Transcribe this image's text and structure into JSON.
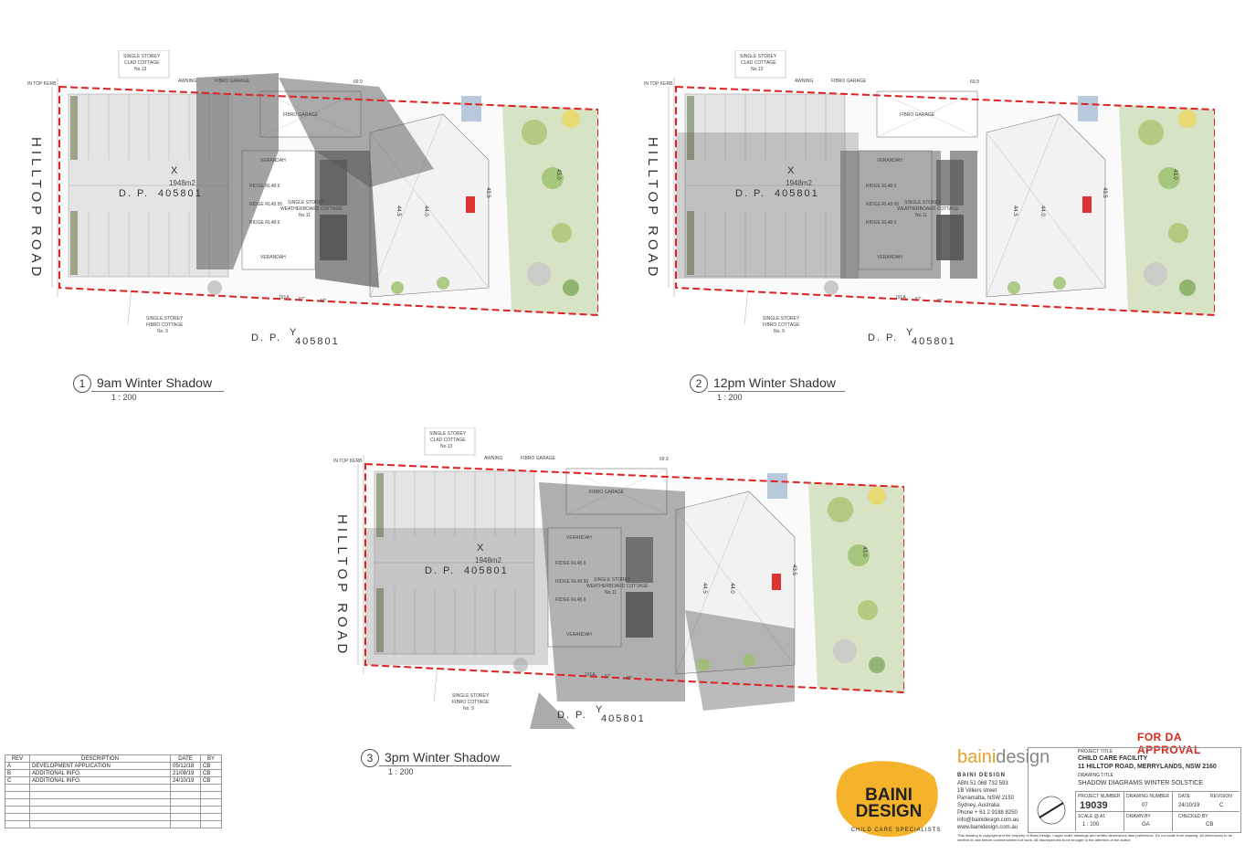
{
  "approval_label": "FOR DA APPROVAL",
  "road_label": "HILLTOP ROAD",
  "lot": {
    "dp_label": "D. P.",
    "dp_number": "405801",
    "area": "1948m2",
    "lot_x": "X",
    "lot_y": "Y"
  },
  "plan_labels": {
    "single_storey_top_line1": "SINGLE STOREY",
    "single_storey_top_line2": "CLAD COTTAGE",
    "single_storey_top_line3": "No.13",
    "awning": "AWNING",
    "fibro_garage": "FIBRO GARAGE",
    "verandah": "VERANDAH",
    "ridge_1": "RIDGE RL48.6",
    "ridge_2": "RIDGE RL49.95",
    "ridge_3": "RIDGE RL48.6",
    "weatherboard_line1": "SINGLE STOREY",
    "weatherboard_line2": "WEATHERBOARD COTTAGE",
    "weatherboard_line3": "No.11",
    "single_storey_bottom_line1": "SINGLE STOREY",
    "single_storey_bottom_line2": "FIBRO COTTAGE",
    "single_storey_bottom_line3": "No. 9",
    "in_top_kerb": "IN TOP KERB",
    "level_445": "44.5",
    "level_440": "44.0",
    "level_435": "43.5",
    "level_430": "43.0",
    "dim_191": "191A",
    "dim_40": "40\"",
    "dim_57": "57'",
    "dim_699": "69.9"
  },
  "views": [
    {
      "number": "1",
      "title": "9am Winter Shadow",
      "scale": "1 : 200"
    },
    {
      "number": "2",
      "title": "12pm Winter Shadow",
      "scale": "1 : 200"
    },
    {
      "number": "3",
      "title": "3pm Winter Shadow",
      "scale": "1 : 200"
    }
  ],
  "revisions": {
    "headers": [
      "REV",
      "DESCRIPTION",
      "DATE",
      "BY"
    ],
    "rows": [
      [
        "A",
        "DEVELOPMENT APPLICATION",
        "05/12/18",
        "CB"
      ],
      [
        "B",
        "ADDITIONAL INFO.",
        "21/08/19",
        "CB"
      ],
      [
        "C",
        "ADDITIONAL INFO.",
        "24/10/19",
        "CB"
      ]
    ]
  },
  "logo": {
    "line1": "BAINI",
    "line2": "DESIGN",
    "tagline": "CHILD CARE SPECIALISTS"
  },
  "company": {
    "brand_a": "baini",
    "brand_b": "design",
    "name": "BAINI DESIGN",
    "abn": "ABN 51 068 732 593",
    "address1": "1B Villiers street",
    "address2": "Parramatta, NSW 2150",
    "address3": "Sydney, Australia",
    "phone": "Phone + 61 2 9188 8250",
    "email": "info@bainidesign.com.au",
    "web": "www.bainidesign.com.au"
  },
  "project": {
    "title_label": "PROJECT TITLE",
    "title_line1": "CHILD CARE FACILITY",
    "title_line2": "11 HILLTOP ROAD, MERRYLANDS, NSW 2160",
    "drawing_title_label": "DRAWING TITLE",
    "drawing_title": "SHADOW DIAGRAMS WINTER SOLSTICE",
    "project_number_label": "PROJECT NUMBER",
    "project_number": "19039",
    "drawing_number_label": "DRAWING NUMBER",
    "drawing_number": "07",
    "date_label": "DATE",
    "date": "24/10/19",
    "revision_label": "REVISION",
    "revision": "C",
    "scale_label": "SCALE @ A1",
    "scale": "1 : 200",
    "drawn_by_label": "DRAWN BY",
    "drawn_by": "GA",
    "checked_by_label": "CHECKED BY",
    "checked_by": "CB",
    "disclaimer": "This drawing is copyright and the property of Baini Design. Larger scale drawings and written dimensions take preference. Do not scale from drawing. All dimensions to be verified on site before commencement of work. All discrepancies to be brought to the attention of the author."
  }
}
